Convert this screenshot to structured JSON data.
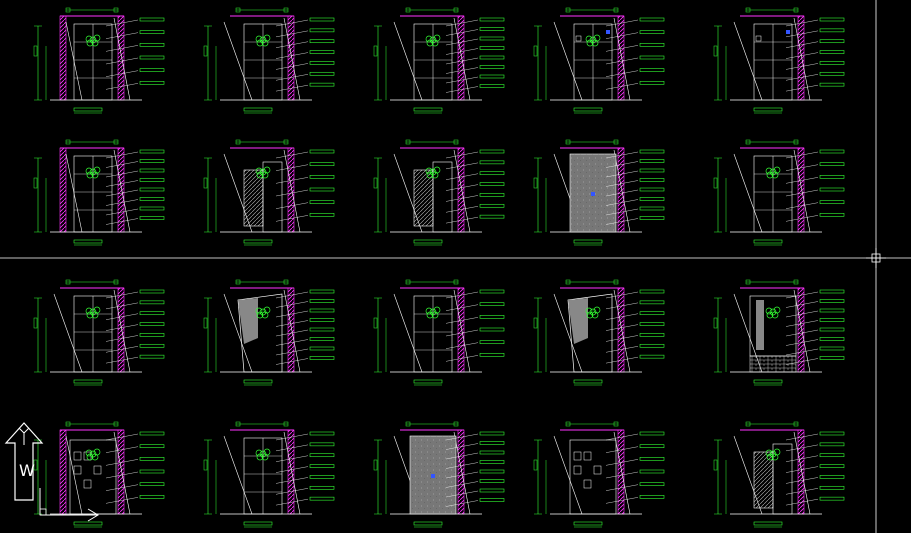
{
  "colors": {
    "background": "#000000",
    "wall_hatch": "#ff33ff",
    "annotation": "#33ff33",
    "outline": "#ffffff",
    "ceiling": "#ff33ff",
    "leader": "#ffffff",
    "panel_fill": "#888888",
    "plant": "#33ff33",
    "accent_blue": "#3355ff",
    "crosshair": "#ffffff"
  },
  "drawing": {
    "rows": 4,
    "cols": 5,
    "elevations": [
      {
        "variant": "sink",
        "plant": true,
        "stone": false
      },
      {
        "variant": "shelf",
        "plant": true,
        "stone": false
      },
      {
        "variant": "door",
        "plant": true,
        "stone": false
      },
      {
        "variant": "panels",
        "plant": true,
        "stone": false
      },
      {
        "variant": "cabinet",
        "plant": false,
        "stone": false
      },
      {
        "variant": "bookcase",
        "plant": true,
        "stone": false
      },
      {
        "variant": "column",
        "plant": true,
        "stone": false
      },
      {
        "variant": "hatched",
        "plant": true,
        "stone": false
      },
      {
        "variant": "stonewall",
        "plant": false,
        "stone": true
      },
      {
        "variant": "tall",
        "plant": true,
        "stone": false
      },
      {
        "variant": "niche",
        "plant": true,
        "stone": false
      },
      {
        "variant": "angled",
        "plant": true,
        "stone": false
      },
      {
        "variant": "stepped",
        "plant": true,
        "stone": false
      },
      {
        "variant": "tilted",
        "plant": true,
        "stone": false
      },
      {
        "variant": "brick",
        "plant": true,
        "stone": false
      },
      {
        "variant": "mosaic",
        "plant": true,
        "stone": false
      },
      {
        "variant": "door",
        "plant": true,
        "stone": false
      },
      {
        "variant": "stepped",
        "plant": false,
        "stone": true
      },
      {
        "variant": "frames",
        "plant": false,
        "stone": false
      },
      {
        "variant": "hatched",
        "plant": true,
        "stone": false
      }
    ]
  },
  "icons": {
    "north_arrow": "north-arrow-icon",
    "ucs": "ucs-icon",
    "crosshair": "crosshair-icon"
  }
}
